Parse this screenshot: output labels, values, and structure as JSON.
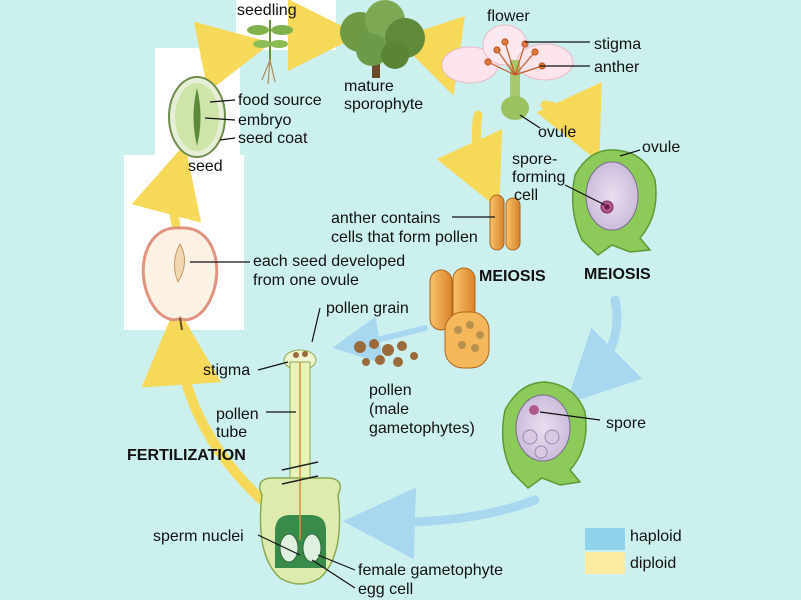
{
  "labels": {
    "seedling": "seedling",
    "flower": "flower",
    "stigma_top": "stigma",
    "anther": "anther",
    "mature": "mature",
    "sporophyte": "sporophyte",
    "food_source": "food source",
    "embryo": "embryo",
    "seed_coat": "seed coat",
    "ovule_1": "ovule",
    "ovule_2": "ovule",
    "seed": "seed",
    "spore_forming_1": "spore-",
    "spore_forming_2": "forming",
    "spore_forming_3": "cell",
    "anther_contains_1": "anther contains",
    "anther_contains_2": "cells that form pollen",
    "each_seed_1": "each seed developed",
    "each_seed_2": "from one ovule",
    "meiosis_1": "MEIOSIS",
    "meiosis_2": "MEIOSIS",
    "pollen_grain": "pollen grain",
    "stigma_bottom": "stigma",
    "pollen_tube_1": "pollen",
    "pollen_tube_2": "tube",
    "fertilization": "FERTILIZATION",
    "pollen_male_1": "pollen",
    "pollen_male_2": "(male",
    "pollen_male_3": "gametophytes)",
    "spore": "spore",
    "sperm_nuclei": "sperm nuclei",
    "female_gametophyte": "female gametophyte",
    "egg_cell": "egg cell"
  },
  "legend": {
    "haploid": "haploid",
    "diploid": "diploid",
    "haploid_color": "#8fd3ec",
    "diploid_color": "#fbeaa0"
  },
  "colors": {
    "background": "#ccf0ee",
    "diploid_arrow": "#f7d95a",
    "haploid_arrow": "#a8d8f0"
  }
}
